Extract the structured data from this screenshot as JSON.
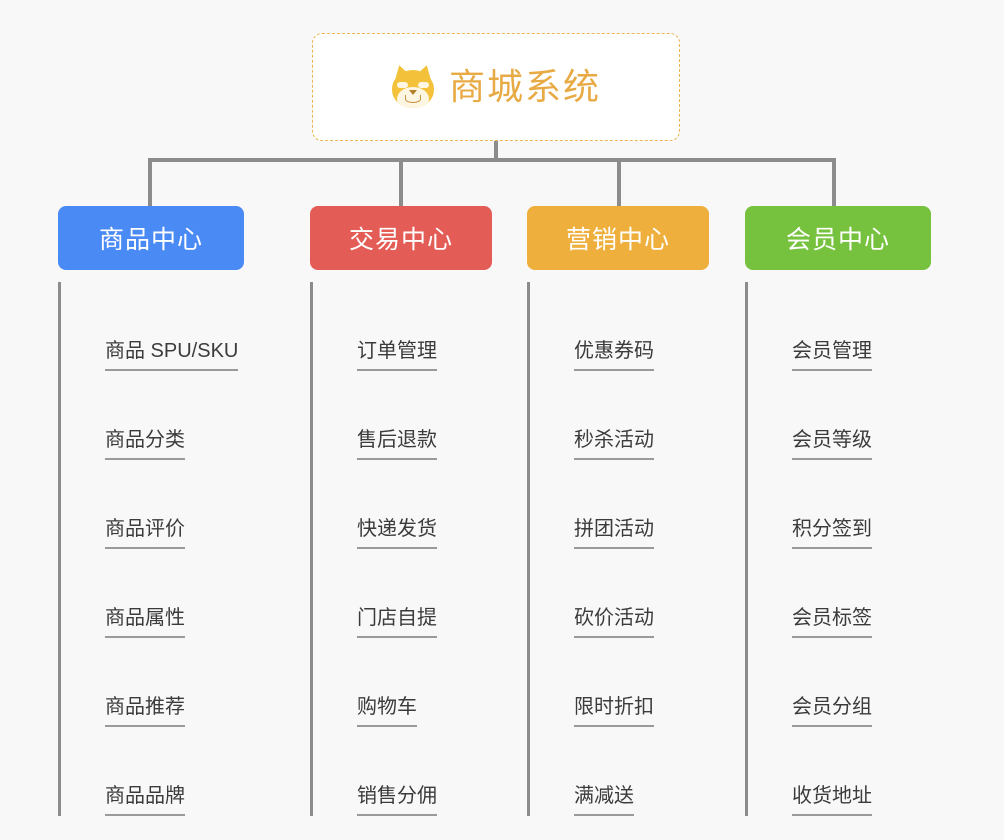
{
  "page": {
    "background_color": "#f8f8f8",
    "line_color": "#8c8c8c",
    "leaf_text_color": "#3b3b3b"
  },
  "root": {
    "title": "商城系统",
    "icon": "shiba-inu-dog-face-icon",
    "text_color": "#e8aa44",
    "border_color": "#eeb44f",
    "background_color": "#ffffff"
  },
  "categories": [
    {
      "label": "商品中心",
      "color": "#4a8af4",
      "items": [
        "商品 SPU/SKU",
        "商品分类",
        "商品评价",
        "商品属性",
        "商品推荐",
        "商品品牌"
      ]
    },
    {
      "label": "交易中心",
      "color": "#e45c56",
      "items": [
        "订单管理",
        "售后退款",
        "快递发货",
        "门店自提",
        "购物车",
        "销售分佣"
      ]
    },
    {
      "label": "营销中心",
      "color": "#eeaf3c",
      "items": [
        "优惠券码",
        "秒杀活动",
        "拼团活动",
        "砍价活动",
        "限时折扣",
        "满减送"
      ]
    },
    {
      "label": "会员中心",
      "color": "#76c23e",
      "items": [
        "会员管理",
        "会员等级",
        "积分签到",
        "会员标签",
        "会员分组",
        "收货地址"
      ]
    }
  ]
}
